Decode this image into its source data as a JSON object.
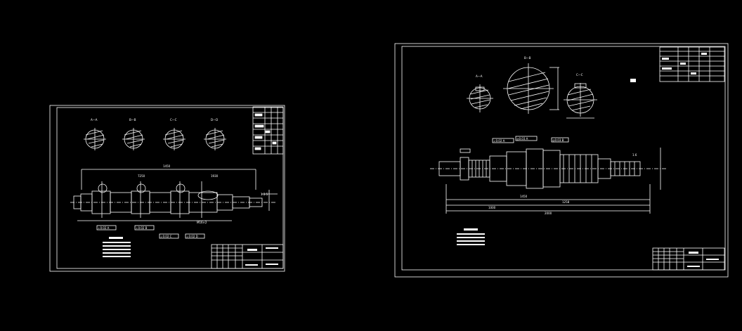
{
  "viewer": {
    "background": "#000000",
    "line_color": "#ffffff"
  },
  "sheets": [
    {
      "id": "sheet-left",
      "section_views": [
        {
          "label": "A—A"
        },
        {
          "label": "B—B"
        },
        {
          "label": "C—C"
        },
        {
          "label": "D—D"
        }
      ],
      "overall_length": "1450",
      "segment_dims": [
        "7250",
        "1930"
      ],
      "end_note": "1:3.5",
      "tolerance_frames": [
        "⊥0.02 A",
        "⊥0.02 B",
        "⊥0.02 C",
        "⊥0.02 D"
      ],
      "keyway_dim": "M16×2",
      "title_block": {
        "name": "",
        "scale": ""
      }
    },
    {
      "id": "sheet-right",
      "section_views": [
        {
          "label": "A—A"
        },
        {
          "label": "B—B"
        },
        {
          "label": "C—C"
        }
      ],
      "segment_dims": [
        "1450",
        "1258",
        "1000",
        "2000"
      ],
      "tolerance_frames": [
        "⊥0.02 A",
        "◎0.03 A",
        "◎0.03 B"
      ],
      "end_note": "1.6",
      "title_block": {
        "name": "",
        "scale": ""
      }
    }
  ]
}
